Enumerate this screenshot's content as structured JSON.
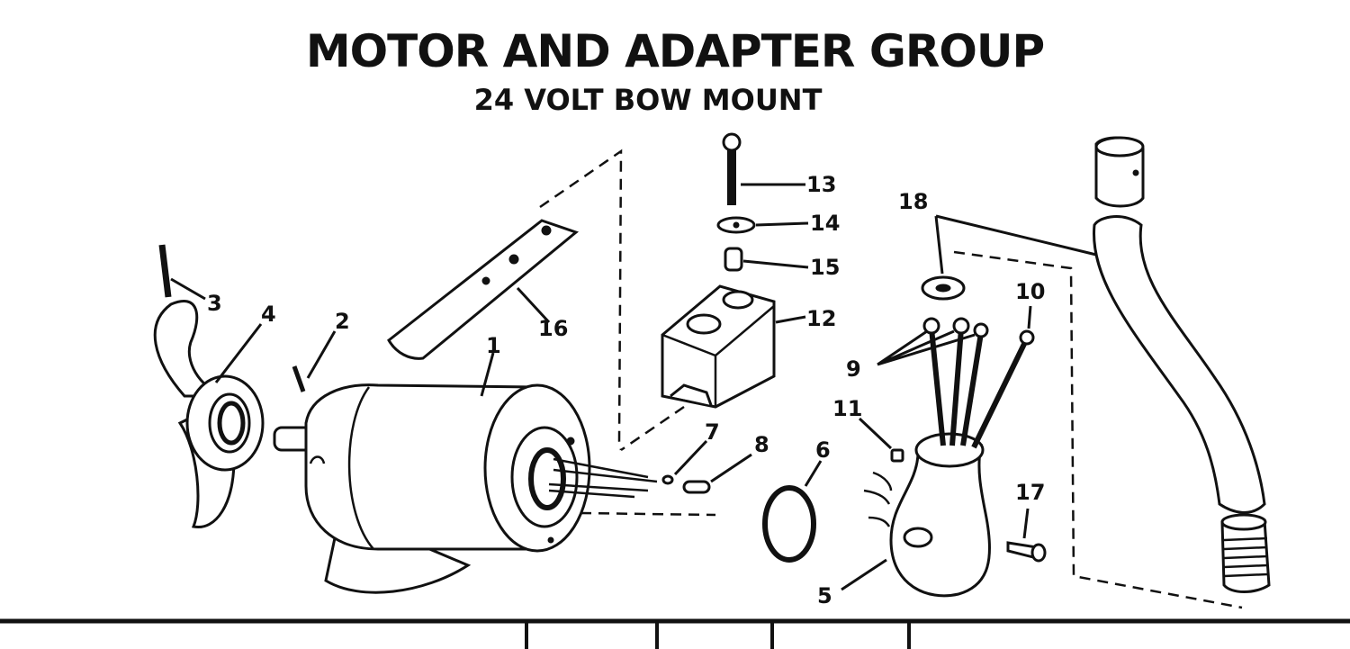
{
  "title": "MOTOR AND ADAPTER GROUP",
  "subtitle": "24 VOLT BOW MOUNT",
  "callouts": {
    "c1": "1",
    "c2": "2",
    "c3": "3",
    "c4": "4",
    "c5": "5",
    "c6": "6",
    "c7": "7",
    "c8": "8",
    "c9": "9",
    "c10": "10",
    "c11": "11",
    "c12": "12",
    "c13": "13",
    "c14": "14",
    "c15": "15",
    "c16": "16",
    "c17": "17",
    "c18": "18"
  }
}
